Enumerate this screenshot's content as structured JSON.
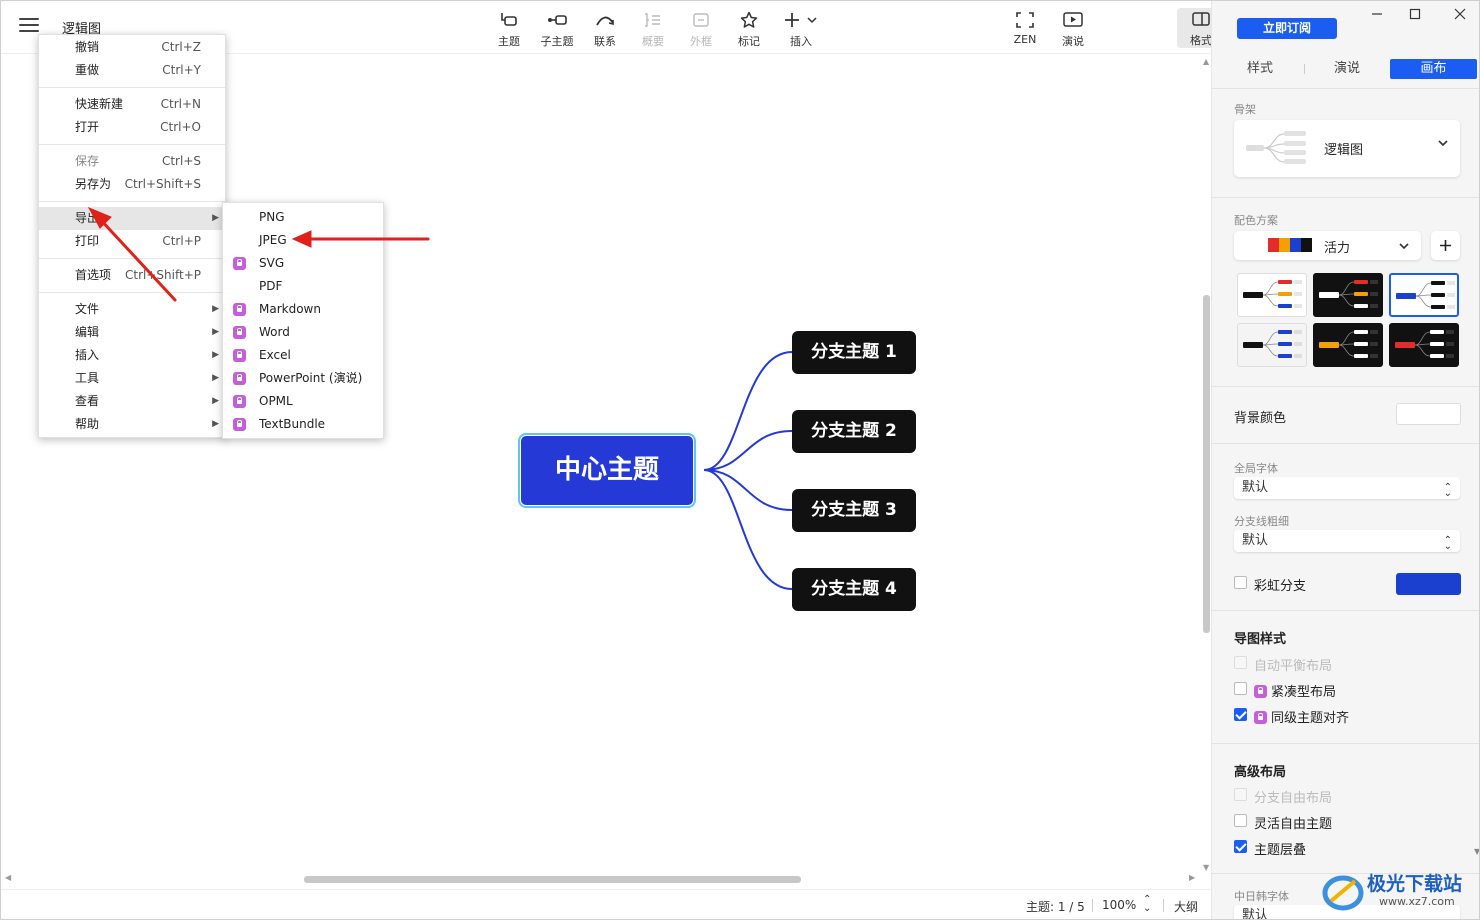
{
  "doc_title": "逻辑图",
  "toolbar": [
    {
      "key": "topic",
      "label": "主题",
      "icon": "topic-icon"
    },
    {
      "key": "subtopic",
      "label": "子主题",
      "icon": "subtopic-icon"
    },
    {
      "key": "relation",
      "label": "联系",
      "icon": "relation-icon"
    },
    {
      "key": "summary",
      "label": "概要",
      "icon": "summary-icon"
    },
    {
      "key": "boundary",
      "label": "外框",
      "icon": "boundary-icon"
    },
    {
      "key": "marker",
      "label": "标记",
      "icon": "star-icon"
    },
    {
      "key": "insert",
      "label": "插入",
      "icon": "plus-icon"
    },
    {
      "key": "zen",
      "label": "ZEN",
      "icon": "fullscreen-icon"
    },
    {
      "key": "present",
      "label": "演说",
      "icon": "play-icon"
    },
    {
      "key": "format",
      "label": "格式",
      "icon": "panel-icon"
    }
  ],
  "main_menu": [
    {
      "label": "撤销",
      "shortcut": "Ctrl+Z"
    },
    {
      "label": "重做",
      "shortcut": "Ctrl+Y"
    },
    {
      "label": "快速新建",
      "shortcut": "Ctrl+N"
    },
    {
      "label": "打开",
      "shortcut": "Ctrl+O"
    },
    {
      "label": "保存",
      "shortcut": "Ctrl+S"
    },
    {
      "label": "另存为",
      "shortcut": "Ctrl+Shift+S"
    },
    {
      "label": "导出",
      "shortcut": ""
    },
    {
      "label": "打印",
      "shortcut": "Ctrl+P"
    },
    {
      "label": "首选项",
      "shortcut": "Ctrl+Shift+P"
    },
    {
      "label": "文件",
      "shortcut": ""
    },
    {
      "label": "编辑",
      "shortcut": ""
    },
    {
      "label": "插入",
      "shortcut": ""
    },
    {
      "label": "工具",
      "shortcut": ""
    },
    {
      "label": "查看",
      "shortcut": ""
    },
    {
      "label": "帮助",
      "shortcut": ""
    }
  ],
  "export_menu": [
    {
      "label": "PNG",
      "locked": false
    },
    {
      "label": "JPEG",
      "locked": false
    },
    {
      "label": "SVG",
      "locked": true
    },
    {
      "label": "PDF",
      "locked": false
    },
    {
      "label": "Markdown",
      "locked": true
    },
    {
      "label": "Word",
      "locked": true
    },
    {
      "label": "Excel",
      "locked": true
    },
    {
      "label": "PowerPoint (演说)",
      "locked": true
    },
    {
      "label": "OPML",
      "locked": true
    },
    {
      "label": "TextBundle",
      "locked": true
    }
  ],
  "mindmap": {
    "central": "中心主题",
    "branches": [
      "分支主题 1",
      "分支主题 2",
      "分支主题 3",
      "分支主题 4"
    ],
    "central_color": "#2439d6",
    "branch_color": "#111111",
    "line_color": "#2439d6"
  },
  "panel": {
    "subscribe": "立即订阅",
    "tabs": [
      "样式",
      "演说",
      "画布"
    ],
    "active_tab": "画布",
    "skeleton_label": "骨架",
    "skeleton_value": "逻辑图",
    "color_scheme_label": "配色方案",
    "color_scheme_value": "活力",
    "scheme_swatches": [
      "#e52c2c",
      "#f5a000",
      "#1b3fcf",
      "#111111"
    ],
    "background_label": "背景颜色",
    "global_font_label": "全局字体",
    "global_font_value": "默认",
    "branch_width_label": "分支线粗细",
    "branch_width_value": "默认",
    "rainbow_label": "彩虹分支",
    "rainbow_color": "#1b3fcf",
    "map_style_label": "导图样式",
    "map_style_options": [
      {
        "label": "自动平衡布局",
        "checked": false,
        "disabled": true,
        "locked": false
      },
      {
        "label": "紧凑型布局",
        "checked": false,
        "disabled": false,
        "locked": true
      },
      {
        "label": "同级主题对齐",
        "checked": true,
        "disabled": false,
        "locked": true
      }
    ],
    "advanced_label": "高级布局",
    "advanced_options": [
      {
        "label": "分支自由布局",
        "checked": false,
        "disabled": true
      },
      {
        "label": "灵活自由主题",
        "checked": false,
        "disabled": false
      },
      {
        "label": "主题层叠",
        "checked": true,
        "disabled": false
      }
    ],
    "cjk_font_label": "中日韩字体",
    "cjk_font_value": "默认"
  },
  "status": {
    "topics": "主题: 1 / 5",
    "zoom": "100%",
    "outline": "大纲"
  },
  "watermark": {
    "title": "极光下载站",
    "url": "www.xz7.com"
  }
}
